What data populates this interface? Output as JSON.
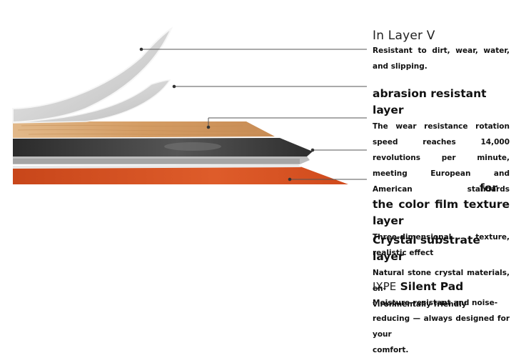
{
  "layers": [
    {
      "id": "layer-1",
      "title": "In Layer V",
      "description": "Resistant to dirt, wear, water, and slipping."
    },
    {
      "id": "layer-2",
      "title": "abrasion resistant layer",
      "description": "The wear resistance rotation speed reaches 14,000 revolutions per minute, meeting European and American standards"
    },
    {
      "id": "layer-3",
      "title": "for the color film texture layer",
      "description": "Three-dimensional texture, realistic effect"
    },
    {
      "id": "layer-4",
      "title": "Crystal substrate layer",
      "description_line1": "Natural stone crystal materials, en-",
      "description_line2": "vironmentally friendly"
    },
    {
      "id": "layer-5",
      "title_prefix": "IXPE",
      "title_main": "Silent Pad",
      "description_line1": "Moisture-resistant and noise-",
      "description_line2": "reducing — always designed for your",
      "description_line3": "comfort."
    }
  ],
  "colors": {
    "curl_fill": "#d9d9d9",
    "curl_edge": "#f2f2f2",
    "wood": "#d4a26b",
    "dark_core": "#3a3a3a",
    "gray_band": "#9a9a9a",
    "orange_pad": "#d4501f",
    "leader_line": "#555555"
  }
}
